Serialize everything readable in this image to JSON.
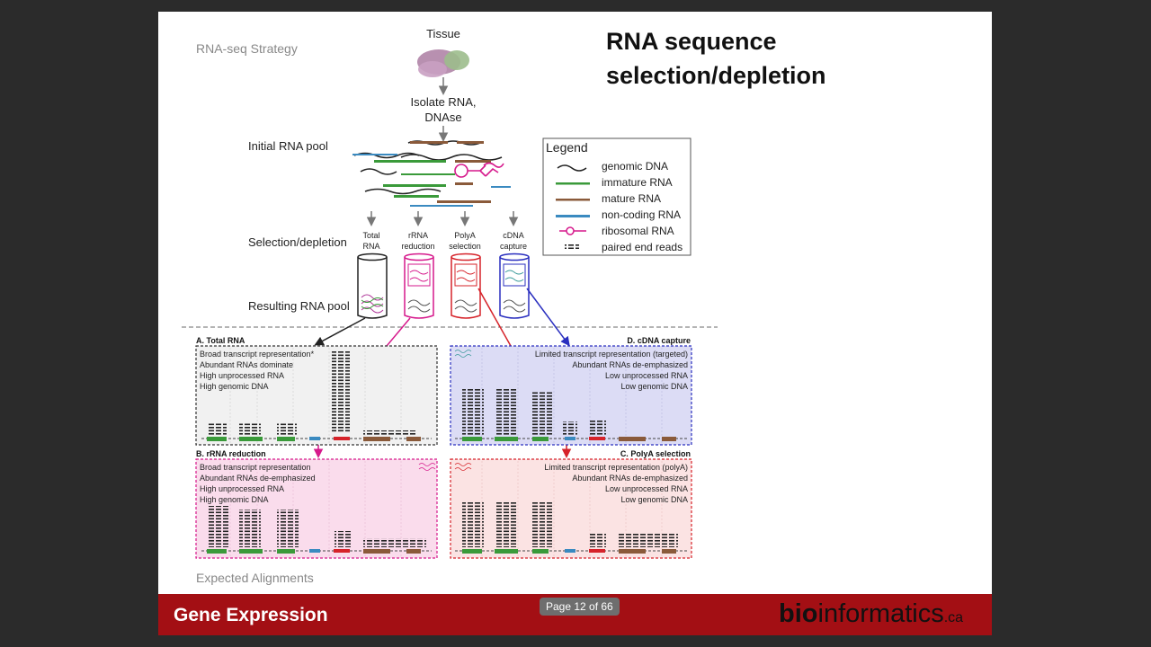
{
  "slide": {
    "title_line1": "RNA sequence",
    "title_line2": "selection/depletion",
    "footer_title": "Gene Expression",
    "logo_bold": "bio",
    "logo_rest": "informatics",
    "logo_domain": ".ca"
  },
  "viewer": {
    "page_indicator": "Page 12 of 66"
  },
  "figure": {
    "strategy_label": "RNA-seq Strategy",
    "tissue": "Tissue",
    "isolate_line1": "Isolate RNA,",
    "isolate_line2": "DNAse",
    "initial_pool": "Initial RNA pool",
    "selection_depletion": "Selection/depletion",
    "resulting_pool": "Resulting RNA pool",
    "expected_alignments": "Expected Alignments",
    "methods": [
      {
        "line1": "Total",
        "line2": "RNA"
      },
      {
        "line1": "rRNA",
        "line2": "reduction"
      },
      {
        "line1": "PolyA",
        "line2": "selection"
      },
      {
        "line1": "cDNA",
        "line2": "capture"
      }
    ],
    "legend": {
      "title": "Legend",
      "items": [
        "genomic DNA",
        "immature RNA",
        "mature RNA",
        "non-coding RNA",
        "ribosomal RNA",
        "paired end reads"
      ]
    },
    "panels": {
      "a": {
        "title": "A. Total RNA",
        "lines": [
          "Broad transcript representation*",
          "Abundant RNAs dominate",
          "High unprocessed RNA",
          "High genomic DNA"
        ]
      },
      "b": {
        "title": "B. rRNA reduction",
        "lines": [
          "Broad transcript representation",
          "Abundant RNAs de-emphasized",
          "High unprocessed RNA",
          "High genomic DNA"
        ]
      },
      "c": {
        "title": "C. PolyA selection",
        "lines": [
          "Limited transcript representation (polyA)",
          "Abundant RNAs de-emphasized",
          "Low unprocessed RNA",
          "Low genomic DNA"
        ]
      },
      "d": {
        "title": "D. cDNA capture",
        "lines": [
          "Limited transcript representation (targeted)",
          "Abundant RNAs de-emphasized",
          "Low unprocessed RNA",
          "Low genomic DNA"
        ]
      }
    }
  },
  "colors": {
    "footer_bg": "#a30f14",
    "total": "#222222",
    "rrna": "#d6198c",
    "polya": "#d6232a",
    "cdna": "#2a2fbf"
  }
}
